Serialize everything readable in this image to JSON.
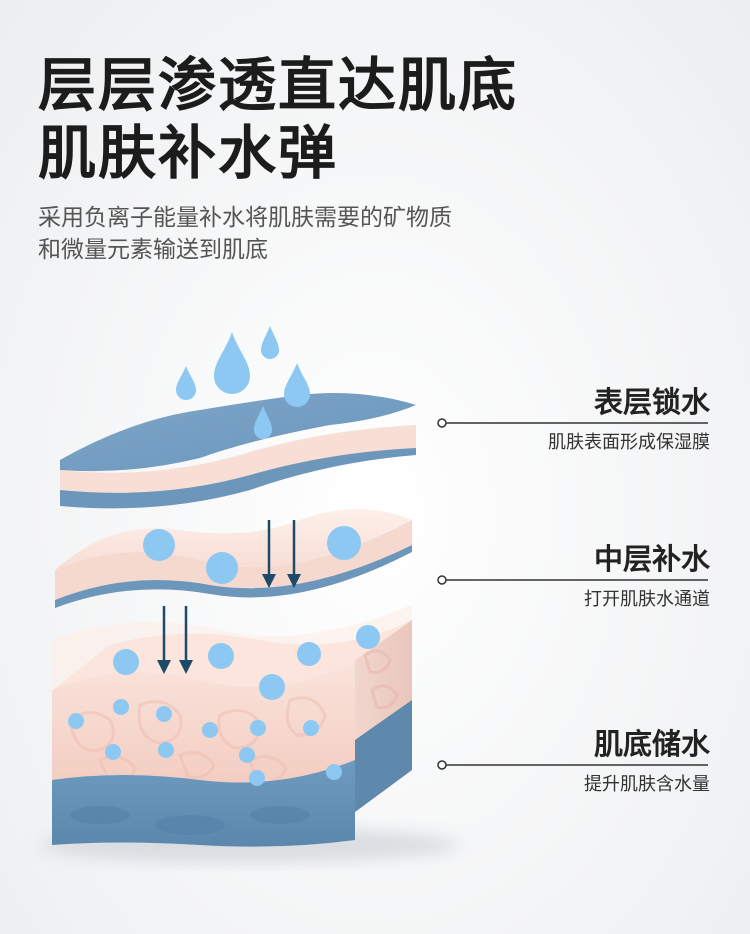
{
  "headline": {
    "line1": "层层渗透直达肌底",
    "line2": "肌肤补水弹"
  },
  "subtitle": {
    "line1": "采用负离子能量补水将肌肤需要的矿物质",
    "line2": "和微量元素输送到肌底"
  },
  "layers": [
    {
      "title": "表层锁水",
      "desc": "肌肤表面形成保湿膜"
    },
    {
      "title": "中层补水",
      "desc": "打开肌肤水通道"
    },
    {
      "title": "肌底储水",
      "desc": "提升肌肤含水量"
    }
  ],
  "colors": {
    "surface_blue": "#7ea7c8",
    "skin_pink": "#f9dcd3",
    "water_drop": "#8dc8f2",
    "arrow": "#1e4a6a"
  },
  "icons": [
    "water-drop-icon",
    "arrow-down-icon"
  ]
}
